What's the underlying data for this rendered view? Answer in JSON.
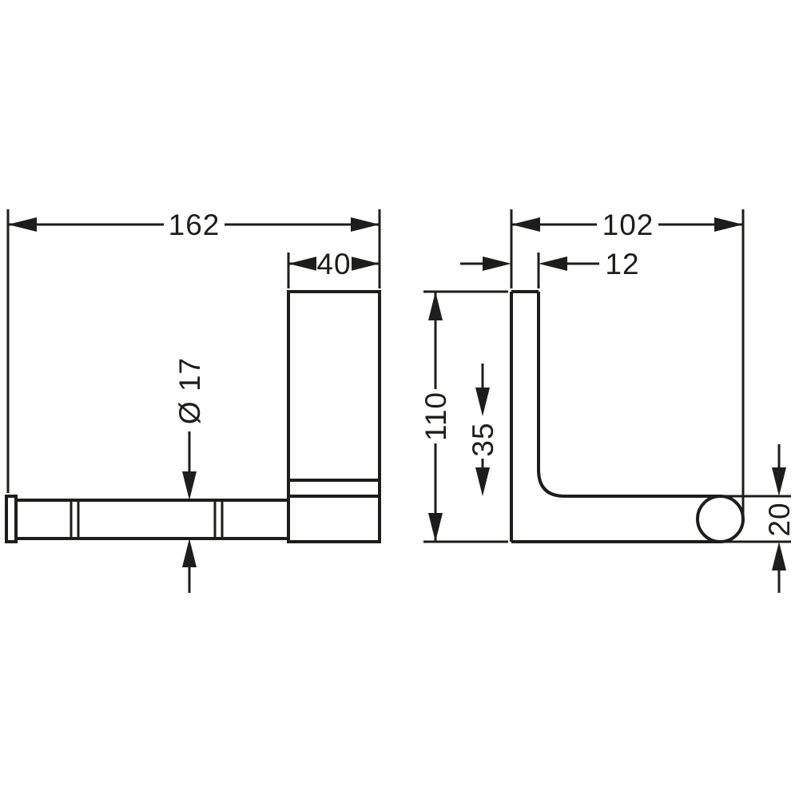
{
  "drawing": {
    "front_view": {
      "overall_width_label": "162",
      "plate_width_label": "40",
      "bar_diameter_label": "Ø 17"
    },
    "side_view": {
      "overall_depth_label": "102",
      "plate_thickness_label": "12",
      "overall_height_label": "110",
      "arm_offset_label": "35",
      "arm_end_height_label": "20"
    },
    "colors": {
      "line": "#1d1d1b",
      "background": "#ffffff"
    }
  }
}
